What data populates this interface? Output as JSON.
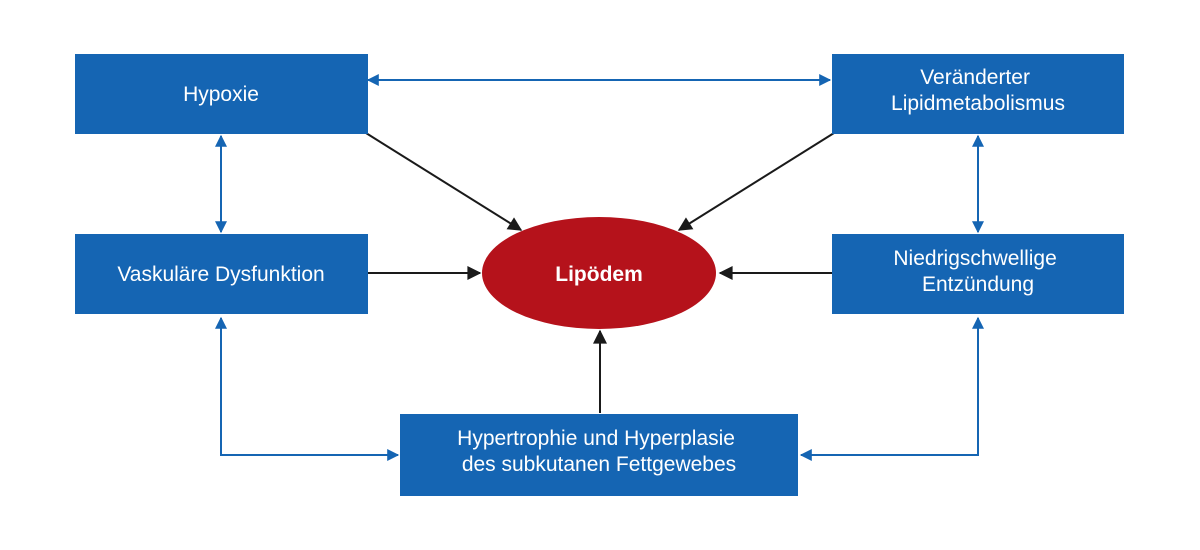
{
  "center": {
    "label": "Lipödem"
  },
  "boxes": {
    "hypoxie": {
      "lines": [
        "Hypoxie"
      ]
    },
    "lipid": {
      "lines": [
        "Veränderter",
        "Lipidmetabolismus"
      ]
    },
    "vaskulaer": {
      "lines": [
        "Vaskuläre Dysfunktion"
      ]
    },
    "entzuendung": {
      "lines": [
        "Niedrigschwellige",
        "Entzündung"
      ]
    },
    "hypertrophie": {
      "lines": [
        "Hypertrophie und Hyperplasie",
        "des subkutanen Fettgewebes"
      ]
    }
  },
  "colors": {
    "box_fill": "#1565b3",
    "center_fill": "#b5121b",
    "blue_connector": "#1565b3",
    "black_arrow": "#1a1a1a",
    "text": "#ffffff"
  }
}
